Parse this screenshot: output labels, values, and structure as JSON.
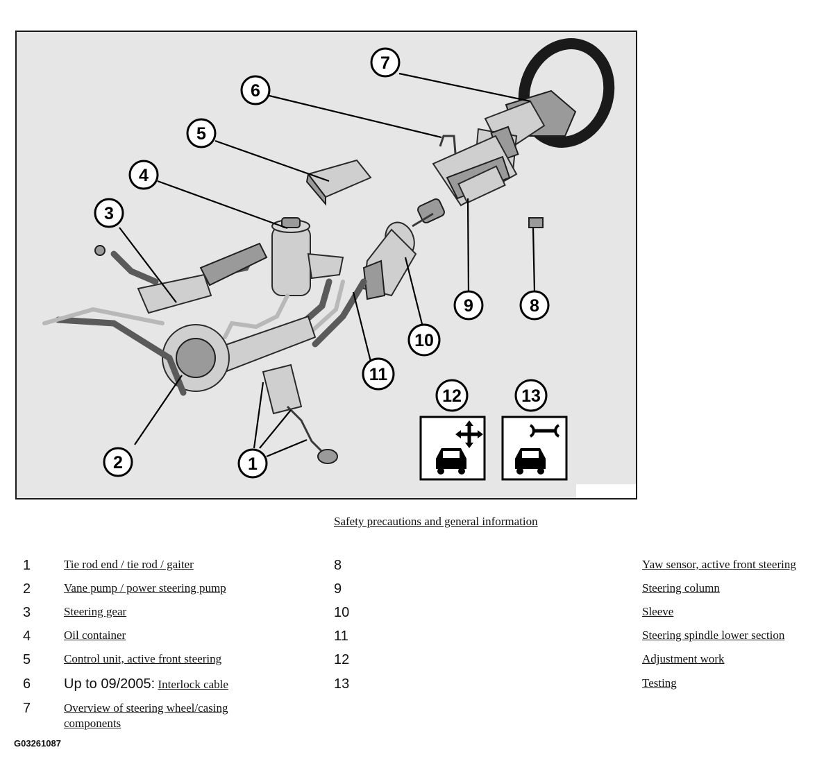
{
  "figure": {
    "callouts": [
      "1",
      "2",
      "3",
      "4",
      "5",
      "6",
      "7",
      "8",
      "9",
      "10",
      "11",
      "12",
      "13"
    ],
    "icons": [
      "adjustment-work-icon",
      "testing-icon"
    ]
  },
  "caption": "Safety precautions and general information",
  "legend": {
    "left": [
      {
        "num": "1",
        "label": "Tie rod end / tie rod / gaiter"
      },
      {
        "num": "2",
        "label": "Vane pump / power steering pump"
      },
      {
        "num": "3",
        "label": "Steering gear"
      },
      {
        "num": "4",
        "label": "Oil container"
      },
      {
        "num": "5",
        "label": "Control unit, active front steering"
      },
      {
        "num": "6",
        "prefix": "Up to 09/2005:",
        "label": "Interlock cable"
      },
      {
        "num": "7",
        "label": "Overview of steering wheel/casing components"
      }
    ],
    "right": [
      {
        "num": "8",
        "label": "Yaw sensor, active front steering"
      },
      {
        "num": "9",
        "label": "Steering column"
      },
      {
        "num": "10",
        "label": "Sleeve"
      },
      {
        "num": "11",
        "label": "Steering spindle lower section"
      },
      {
        "num": "12",
        "label": "Adjustment work"
      },
      {
        "num": "13",
        "label": "Testing"
      }
    ]
  },
  "figure_id": "G03261087"
}
